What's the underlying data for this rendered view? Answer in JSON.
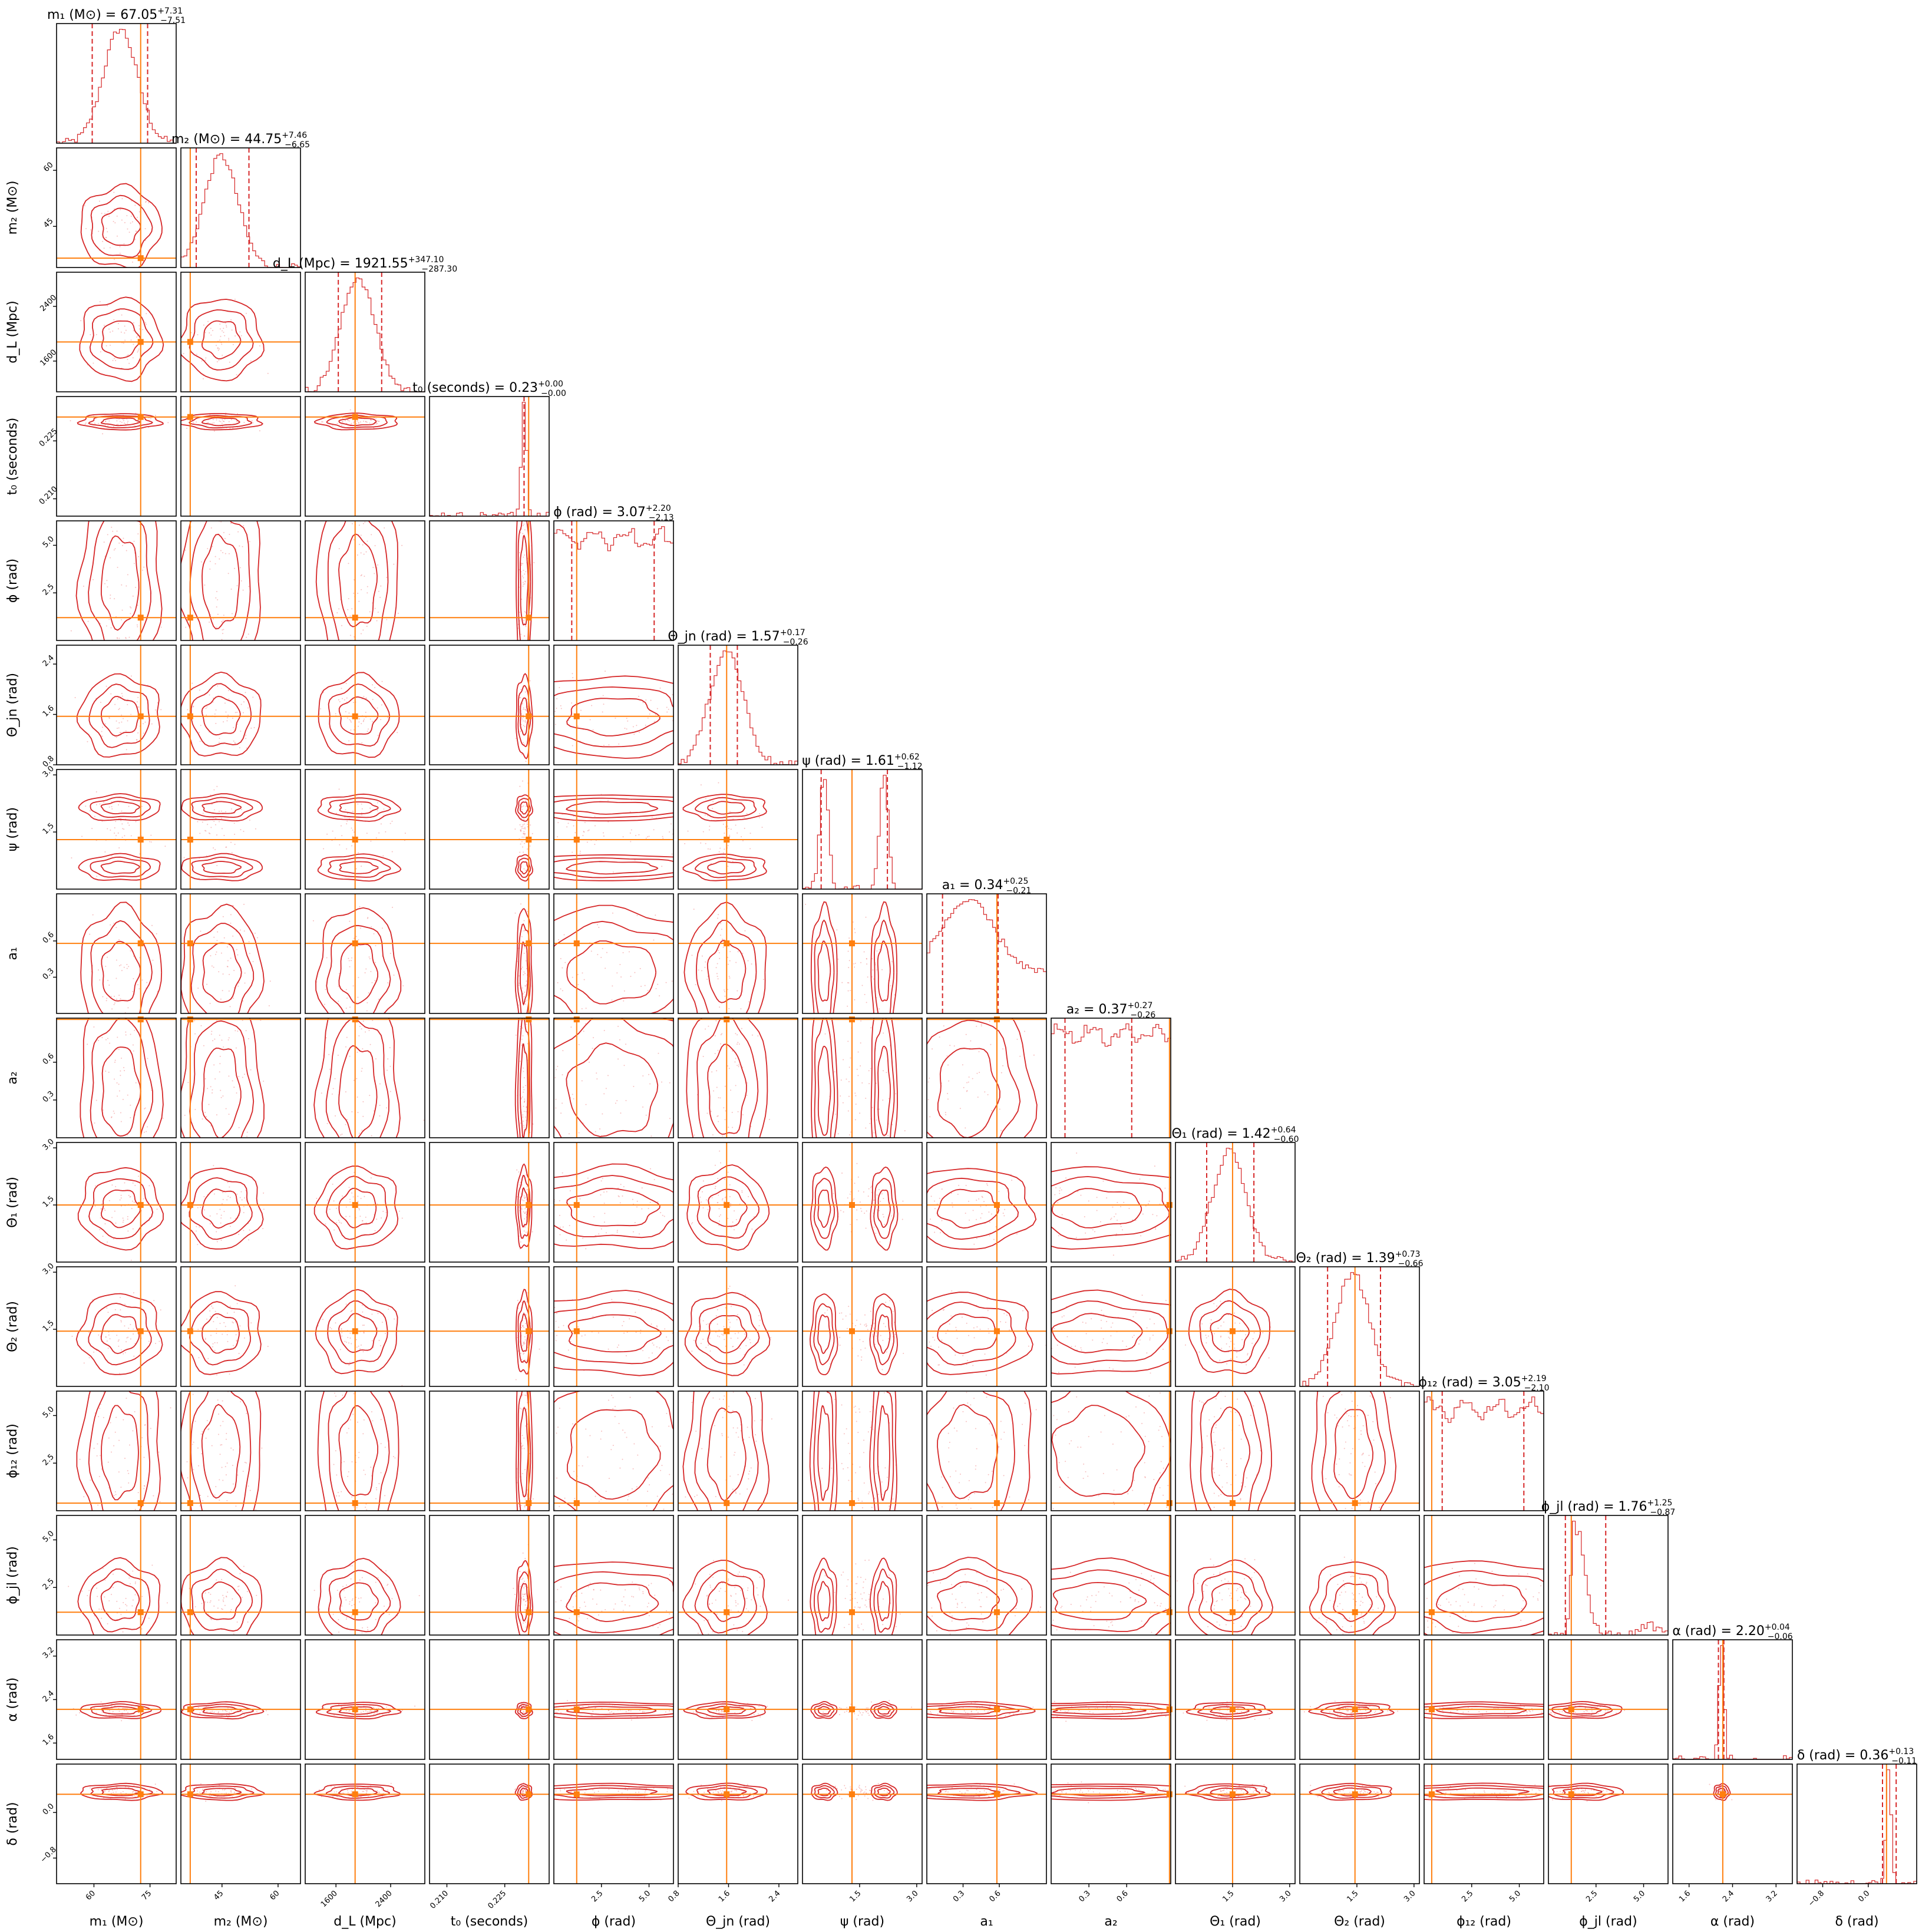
{
  "chart_data": {
    "type": "corner",
    "colors": {
      "posterior": "#d62728",
      "truth": "#ff7f0e",
      "scatter": "#f08080"
    },
    "parameters": [
      {
        "name": "m1",
        "label": "m₁ (M⊙)",
        "title": "m₁ (M⊙) = 67.05",
        "median": 67.05,
        "err_plus": "+7.31",
        "err_minus": "−7.51",
        "truth": 72.5,
        "range": [
          50.0,
          82.0
        ],
        "ticks": [
          60,
          75
        ],
        "tick_labels": [
          "60",
          "75"
        ],
        "mode": "single"
      },
      {
        "name": "m2",
        "label": "m₂ (M⊙)",
        "title": "m₂ (M⊙) = 44.75",
        "median": 44.75,
        "err_plus": "+7.46",
        "err_minus": "−6.65",
        "truth": 36.5,
        "range": [
          34.0,
          66.0
        ],
        "ticks": [
          45,
          60
        ],
        "tick_labels": [
          "45",
          "60"
        ],
        "mode": "single"
      },
      {
        "name": "dL",
        "label": "d_L (Mpc)",
        "title": "d_L (Mpc) = 1921.55",
        "median": 1921.55,
        "err_plus": "+347.10",
        "err_minus": "−287.30",
        "truth": 1880,
        "range": [
          1150,
          2900
        ],
        "ticks": [
          1600,
          2400
        ],
        "tick_labels": [
          "1600",
          "2400"
        ],
        "mode": "single"
      },
      {
        "name": "t0",
        "label": "t₀ (seconds)",
        "title": "t₀ (seconds) = 0.23",
        "median": 0.23,
        "err_plus": "+0.00",
        "err_minus": "−0.00",
        "truth": 0.2312,
        "range": [
          0.2055,
          0.2365
        ],
        "ticks": [
          0.21,
          0.225
        ],
        "tick_labels": [
          "0.210",
          "0.225"
        ],
        "mode": "narrow"
      },
      {
        "name": "phi",
        "label": "ϕ (rad)",
        "title": "ϕ (rad) = 3.07",
        "median": 3.07,
        "err_plus": "+2.20",
        "err_minus": "−2.13",
        "truth": 1.2,
        "range": [
          0.0,
          6.2832
        ],
        "ticks": [
          2.5,
          5.0
        ],
        "tick_labels": [
          "2.5",
          "5.0"
        ],
        "mode": "flat"
      },
      {
        "name": "theta_jn",
        "label": "Θ_jn (rad)",
        "title": "Θ_jn (rad) = 1.57",
        "median": 1.57,
        "err_plus": "+0.17",
        "err_minus": "−0.26",
        "truth": 1.57,
        "range": [
          0.8,
          2.7
        ],
        "ticks": [
          0.8,
          1.6,
          2.4
        ],
        "tick_labels": [
          "0.8",
          "1.6",
          "2.4"
        ],
        "mode": "single"
      },
      {
        "name": "psi",
        "label": "ψ (rad)",
        "title": "ψ (rad) = 1.61",
        "median": 1.61,
        "err_plus": "+0.62",
        "err_minus": "−1.12",
        "truth": 1.3,
        "range": [
          0.0,
          3.1416
        ],
        "ticks": [
          1.5,
          3.0
        ],
        "tick_labels": [
          "1.5",
          "3.0"
        ],
        "mode": "bimodal"
      },
      {
        "name": "a1",
        "label": "a₁",
        "title": "a₁ = 0.34",
        "median": 0.34,
        "err_plus": "+0.25",
        "err_minus": "−0.21",
        "truth": 0.58,
        "range": [
          0.0,
          0.99
        ],
        "ticks": [
          0.3,
          0.6
        ],
        "tick_labels": [
          "0.3",
          "0.6"
        ],
        "mode": "broad"
      },
      {
        "name": "a2",
        "label": "a₂",
        "title": "a₂ = 0.37",
        "median": 0.37,
        "err_plus": "+0.27",
        "err_minus": "−0.26",
        "truth": 0.94,
        "range": [
          0.0,
          0.95
        ],
        "ticks": [
          0.3,
          0.6
        ],
        "tick_labels": [
          "0.3",
          "0.6"
        ],
        "mode": "flat"
      },
      {
        "name": "theta1",
        "label": "Θ₁ (rad)",
        "title": "Θ₁ (rad) = 1.42",
        "median": 1.42,
        "err_plus": "+0.64",
        "err_minus": "−0.60",
        "truth": 1.5,
        "range": [
          0.0,
          3.1416
        ],
        "ticks": [
          1.5,
          3.0
        ],
        "tick_labels": [
          "1.5",
          "3.0"
        ],
        "mode": "single"
      },
      {
        "name": "theta2",
        "label": "Θ₂ (rad)",
        "title": "Θ₂ (rad) = 1.39",
        "median": 1.39,
        "err_plus": "+0.73",
        "err_minus": "−0.66",
        "truth": 1.45,
        "range": [
          0.0,
          3.1416
        ],
        "ticks": [
          1.5,
          3.0
        ],
        "tick_labels": [
          "1.5",
          "3.0"
        ],
        "mode": "single"
      },
      {
        "name": "phi12",
        "label": "ϕ₁₂ (rad)",
        "title": "ϕ₁₂ (rad) = 3.05",
        "median": 3.05,
        "err_plus": "+2.19",
        "err_minus": "−2.10",
        "truth": 0.4,
        "range": [
          0.0,
          6.2832
        ],
        "ticks": [
          2.5,
          5.0
        ],
        "tick_labels": [
          "2.5",
          "5.0"
        ],
        "mode": "flat"
      },
      {
        "name": "phi_jl",
        "label": "ϕ_jl (rad)",
        "title": "ϕ_jl (rad) = 1.76",
        "median": 1.76,
        "err_plus": "+1.25",
        "err_minus": "−0.87",
        "truth": 1.2,
        "range": [
          0.0,
          6.2832
        ],
        "ticks": [
          2.5,
          5.0
        ],
        "tick_labels": [
          "2.5",
          "5.0"
        ],
        "mode": "skewed"
      },
      {
        "name": "alpha",
        "label": "α (rad)",
        "title": "α (rad) = 2.20",
        "median": 2.2,
        "err_plus": "+0.04",
        "err_minus": "−0.06",
        "truth": 2.22,
        "range": [
          1.3,
          3.5
        ],
        "ticks": [
          1.6,
          2.4,
          3.2
        ],
        "tick_labels": [
          "1.6",
          "2.4",
          "3.2"
        ],
        "mode": "narrow"
      },
      {
        "name": "delta",
        "label": "δ (rad)",
        "title": "δ (rad) = 0.36",
        "median": 0.36,
        "err_plus": "+0.13",
        "err_minus": "−0.11",
        "truth": 0.32,
        "range": [
          -1.25,
          0.85
        ],
        "ticks": [
          -0.8,
          0.0
        ],
        "tick_labels": [
          "−0.8",
          "0.0"
        ],
        "mode": "narrow"
      }
    ]
  }
}
